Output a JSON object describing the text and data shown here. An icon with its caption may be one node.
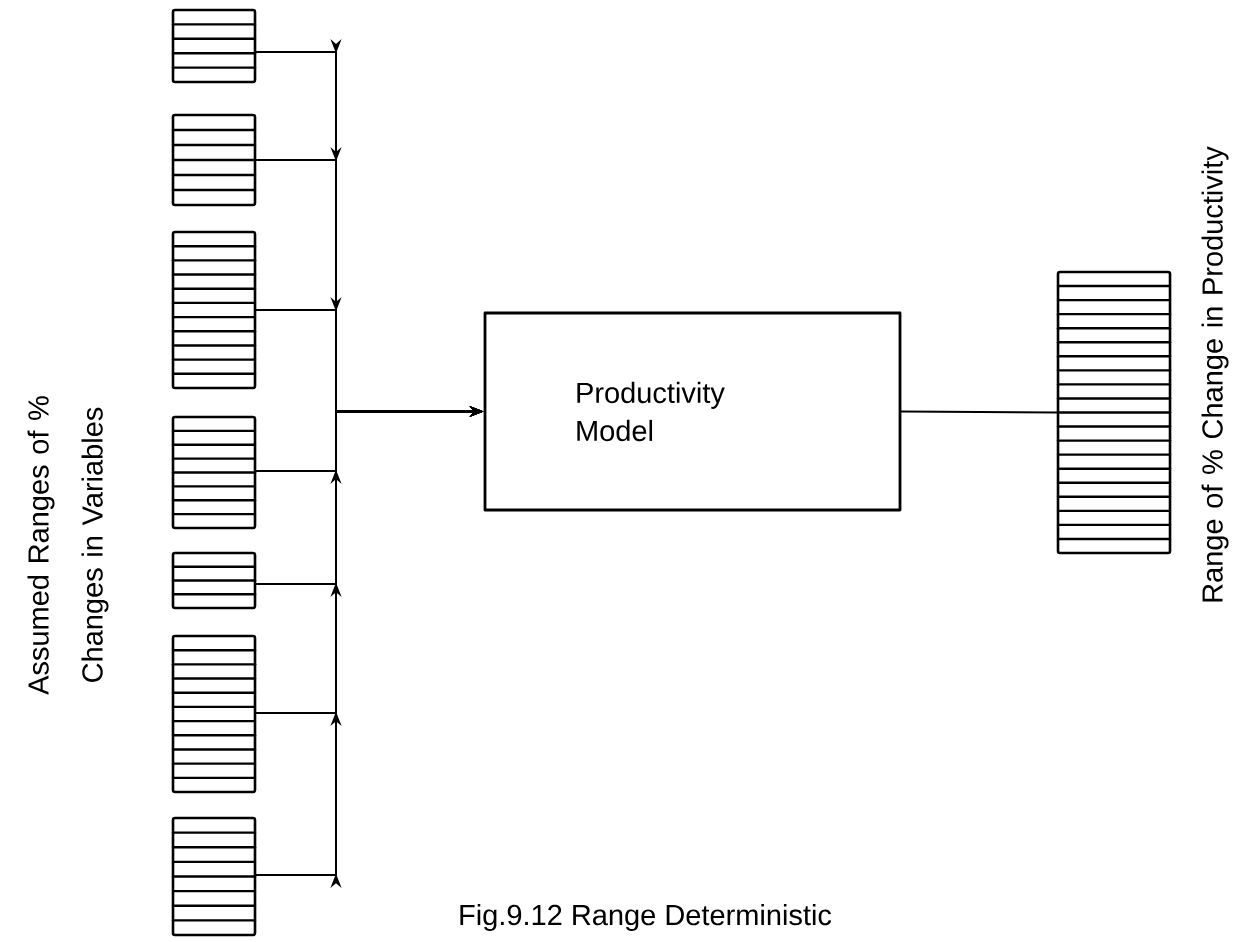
{
  "diagram": {
    "caption": "Fig.9.12 Range Deterministic",
    "nodes": [
      {
        "text": [],
        "shape": "bar"
      },
      {
        "text": [],
        "shape": "bar"
      },
      {
        "text": [],
        "shape": "bar"
      },
      {
        "text": [],
        "shape": "bar"
      },
      {
        "text": [],
        "shape": "bar"
      },
      {
        "text": [],
        "shape": "bar"
      },
      {
        "text": [],
        "shape": "bar"
      },
      {
        "text": [
          "Productivity Model"
        ]
      },
      {
        "text": [],
        "shape": "bar"
      }
    ],
    "edges": [
      {
        "from": 0,
        "to": 7,
        "arrow": "to"
      },
      {
        "from": 1,
        "to": 7,
        "arrow": "to"
      },
      {
        "from": 2,
        "to": 7,
        "arrow": "to"
      },
      {
        "from": 3,
        "to": 7,
        "arrow": "to"
      },
      {
        "from": 4,
        "to": 7,
        "arrow": "to"
      },
      {
        "from": 5,
        "to": 7,
        "arrow": "to"
      },
      {
        "from": 6,
        "to": 7,
        "arrow": "to"
      },
      {
        "from": 7,
        "to": 8,
        "arrow": "none"
      }
    ],
    "labels": [
      "Assumed Ranges of % Changes in Variables",
      "Range of % Change in Productivity"
    ]
  }
}
